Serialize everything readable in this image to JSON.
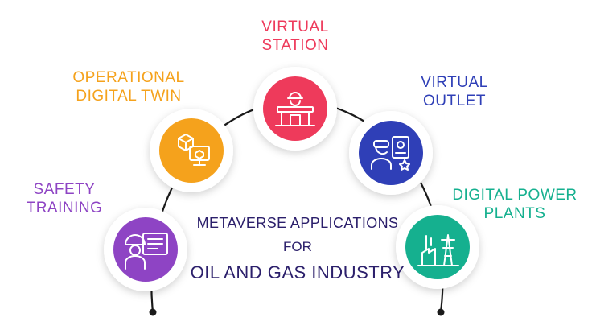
{
  "center": {
    "line1": "METAVERSE APPLICATIONS",
    "line2": "FOR",
    "line3": "OIL AND GAS INDUSTRY"
  },
  "nodes": [
    {
      "id": "safety-training",
      "label_lines": [
        "SAFETY",
        "TRAINING"
      ],
      "color": "#8e44c4",
      "icon": "worker-training-icon"
    },
    {
      "id": "operational-digital-twin",
      "label_lines": [
        "OPERATIONAL",
        "DIGITAL TWIN"
      ],
      "color": "#f5a21c",
      "icon": "digital-twin-icon"
    },
    {
      "id": "virtual-station",
      "label_lines": [
        "VIRTUAL",
        "STATION"
      ],
      "color": "#ee3a5b",
      "icon": "fuel-station-icon"
    },
    {
      "id": "virtual-outlet",
      "label_lines": [
        "VIRTUAL",
        "OUTLET"
      ],
      "color": "#2f3fb7",
      "icon": "vr-outlet-icon"
    },
    {
      "id": "digital-power-plants",
      "label_lines": [
        "DIGITAL POWER",
        "PLANTS"
      ],
      "color": "#15b08f",
      "icon": "power-plant-icon"
    }
  ]
}
